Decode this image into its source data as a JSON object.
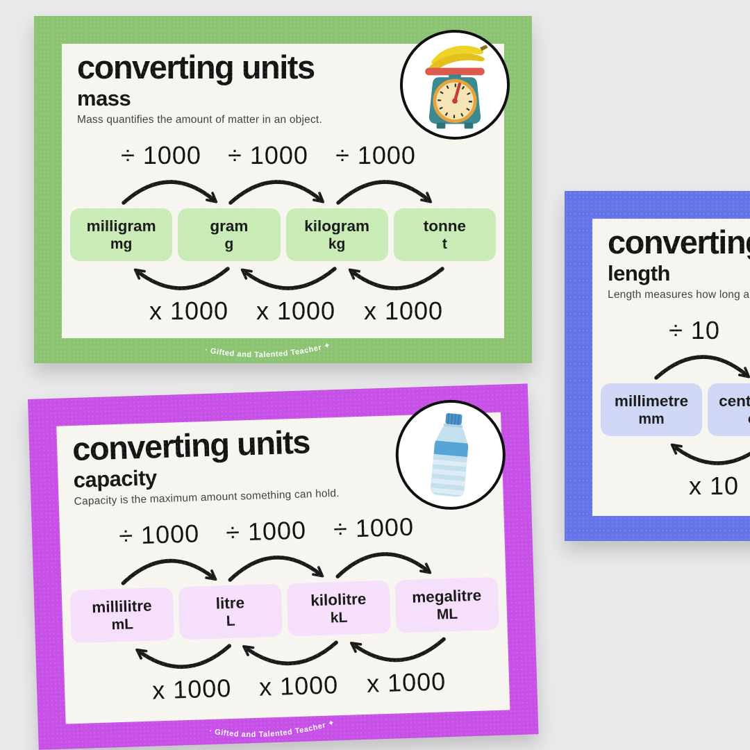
{
  "page": {
    "background_color": "#e9e9eb",
    "paper_color": "#f7f5f0"
  },
  "cards": {
    "mass": {
      "title": "converting units",
      "subtitle": "mass",
      "description": "Mass quantifies the amount of matter in an object.",
      "icon": "kitchen-scale-with-bananas",
      "border_color": "#8cc473",
      "box_color": "#c9ecb6",
      "paper_color": "#f7f5f0",
      "divide_label": "÷ 1000",
      "multiply_label": "x 1000",
      "units": [
        {
          "name": "milligram",
          "symbol": "mg"
        },
        {
          "name": "gram",
          "symbol": "g"
        },
        {
          "name": "kilogram",
          "symbol": "kg"
        },
        {
          "name": "tonne",
          "symbol": "t"
        }
      ],
      "watermark": "· Gifted and  Talented Teacher ✦"
    },
    "capacity": {
      "title": "converting units",
      "subtitle": "capacity",
      "description": "Capacity is the maximum amount something can hold.",
      "icon": "water-bottle",
      "border_color": "#c750e6",
      "box_color": "#f6dffb",
      "paper_color": "#f7f5f0",
      "divide_label": "÷ 1000",
      "multiply_label": "x 1000",
      "units": [
        {
          "name": "millilitre",
          "symbol": "mL"
        },
        {
          "name": "litre",
          "symbol": "L"
        },
        {
          "name": "kilolitre",
          "symbol": "kL"
        },
        {
          "name": "megalitre",
          "symbol": "ML"
        }
      ],
      "watermark": "· Gifted and  Talented Teacher ✦"
    },
    "length": {
      "title": "converting units",
      "subtitle": "length",
      "description": "Length measures how long an object is.",
      "border_color": "#6674e9",
      "box_color": "#d0d6f6",
      "paper_color": "#f7f5f0",
      "divide_label": "÷ 10",
      "multiply_label": "x 10",
      "units": [
        {
          "name": "millimetre",
          "symbol": "mm"
        },
        {
          "name": "centimetre",
          "symbol": "cm"
        }
      ]
    }
  }
}
